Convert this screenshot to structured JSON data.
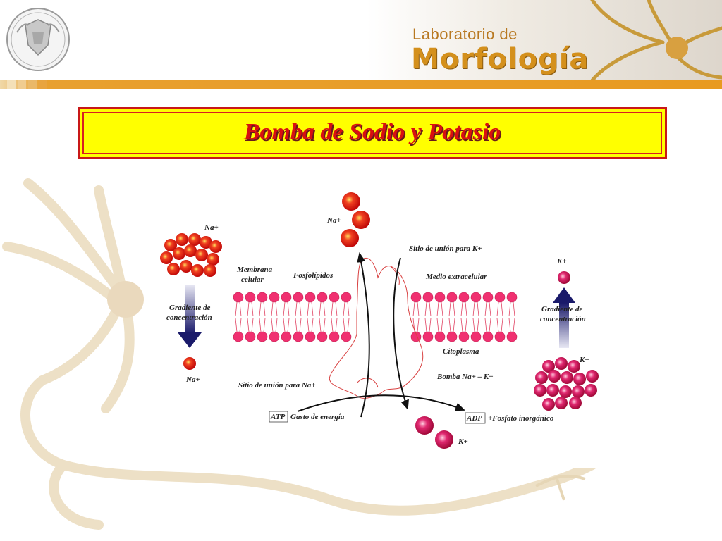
{
  "header": {
    "lab_small": "Laboratorio  de",
    "lab_big": "Morfología"
  },
  "title": "Bomba  de  Sodio  y  Potasio",
  "diagram": {
    "na_top_left": "Na+",
    "grad_left_line1": "Gradiente de",
    "grad_left_line2": "concentración",
    "na_bottom_left": "Na+",
    "membrana_line1": "Membrana",
    "membrana_line2": "celular",
    "fosfolipidos": "Fosfolípidos",
    "na_top_center": "Na+",
    "sitio_k": "Sitio de unión para K+",
    "medio_extracelular": "Medio extracelular",
    "citoplasma": "Citoplasma",
    "bomba": "Bomba Na+ – K+",
    "sitio_na": "Sitio de unión para Na+",
    "atp": "ATP",
    "gasto": "Gasto de energía",
    "adp": "ADP",
    "fosfato": "+Fosfato inorgánico",
    "k_bottom": "K+",
    "k_top_right": "K+",
    "grad_right_line1": "Gradiente de",
    "grad_right_line2": "concentración",
    "k_right_cluster": "K+"
  },
  "colors": {
    "na_red": "#e01818",
    "k_magenta": "#c8104a",
    "title_bg": "#ffff00",
    "title_text": "#d81010",
    "header_bar": "#e89a20",
    "arrow_blue": "#1a1a6a"
  }
}
